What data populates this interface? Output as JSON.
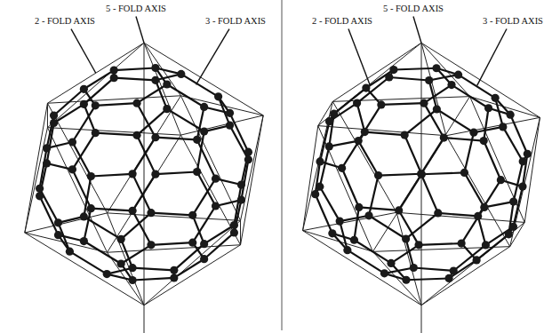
{
  "diagram": {
    "labels": [
      "5 - FOLD AXIS",
      "2 - FOLD AXIS",
      "3 - FOLD AXIS",
      "5 - FOLD AXIS",
      "2 - FOLD AXIS",
      "3 - FOLD AXIS"
    ]
  }
}
